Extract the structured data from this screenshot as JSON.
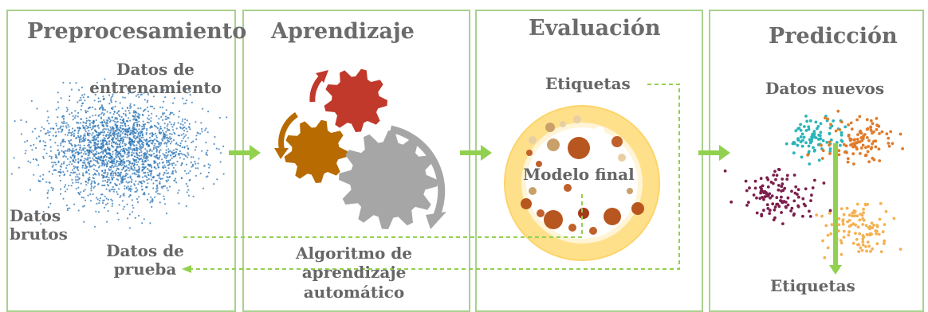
{
  "stages": [
    {
      "title": "Preprocesamiento"
    },
    {
      "title": "Aprendizaje"
    },
    {
      "title": "Evaluación"
    },
    {
      "title": "Predicción"
    }
  ],
  "labels": {
    "training_data": "Datos de\nentrenamiento",
    "raw_data": "Datos\nbrutos",
    "test_data": "Datos de\nprueba",
    "algorithm": "Algoritmo de\naprendizaje\nautomático",
    "labels_eval": "Etiquetas",
    "final_model": "Modelo final",
    "new_data": "Datos nuevos",
    "labels_pred": "Etiquetas"
  },
  "colors": {
    "border": "#a9d18e",
    "arrow": "#92d050",
    "scatter_blue": "#2e75b6",
    "gear_red": "#c0392b",
    "gear_orange": "#b86b00",
    "gear_gray": "#a6a6a6",
    "ring": "#ffd966",
    "cluster_teal": "#2bb5b8",
    "cluster_orange": "#e07b2a",
    "cluster_purple": "#7b1f4b",
    "cluster_light_orange": "#f4b153"
  }
}
